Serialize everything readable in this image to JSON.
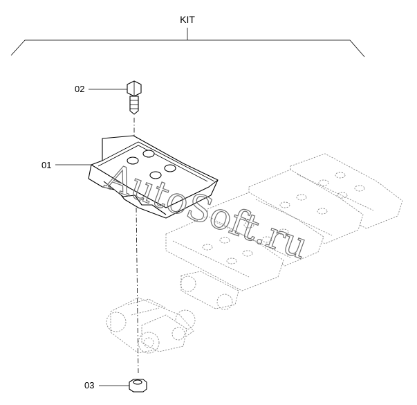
{
  "kit_label": "KIT",
  "callouts": [
    {
      "id": "02",
      "part": "bolt"
    },
    {
      "id": "01",
      "part": "track-shoe"
    },
    {
      "id": "03",
      "part": "nut"
    }
  ],
  "watermark": "AutoSoft.ru"
}
